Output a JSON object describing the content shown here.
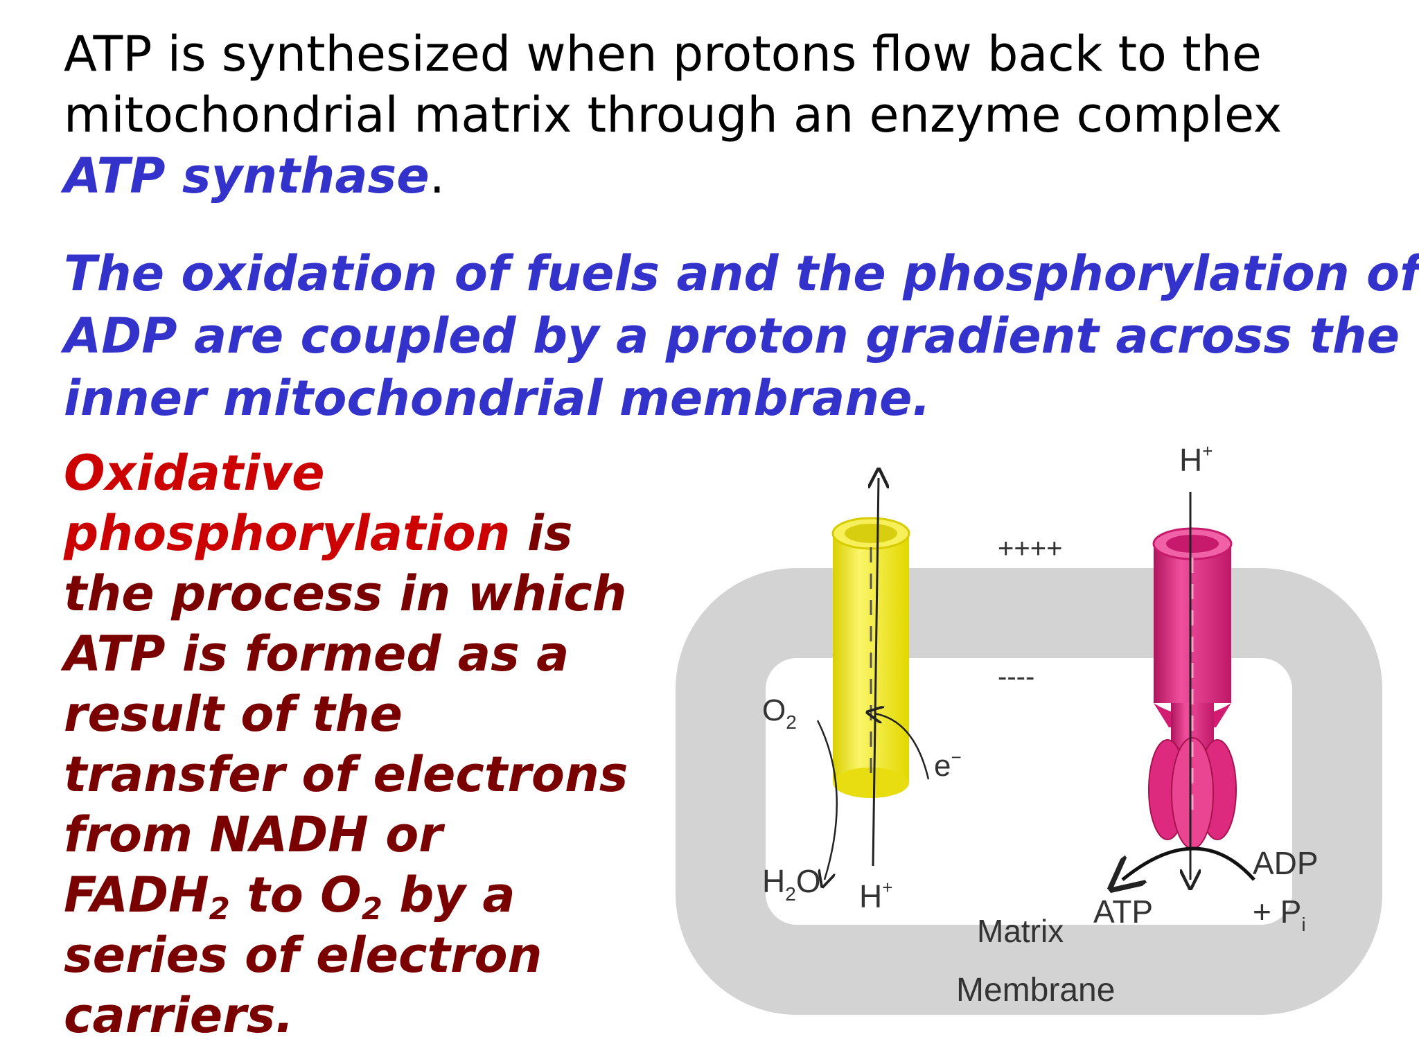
{
  "text": {
    "p1": {
      "lines": [
        "ATP is synthesized when  protons  flow  back to the",
        "mitochondrial  matrix through an enzyme complex"
      ],
      "highlight": "ATP synthase",
      "end_punct": "."
    },
    "p2": {
      "lines": [
        "The oxidation of fuels and the phosphorylation of",
        "ADP are coupled by a proton gradient across the",
        "inner mitochondrial membrane."
      ]
    },
    "p3": {
      "term_a": "Oxidative",
      "term_b": "phosphorylation",
      "after_term": " is",
      "l3": "the process in which",
      "l4": "ATP is formed as a",
      "l5": "result of the",
      "l6": "transfer of electrons",
      "l7": "from NADH or",
      "l8_fadh": "FADH",
      "l8_sub1": "2",
      "l8_to": " to O",
      "l8_sub2": "2",
      "l8_end": " by a",
      "l9": "series of electron",
      "l10": "carriers."
    }
  },
  "diagram": {
    "h_plus": "H",
    "plus_sup": "+",
    "plus_signs": "++++",
    "minus_signs": "----",
    "o": "O",
    "two": "2",
    "e": "e",
    "minus_sup": "−",
    "h": "H",
    "water_o": "O",
    "matrix": "Matrix",
    "membrane": "Membrane",
    "atp": "ATP",
    "adp": "ADP",
    "plus_p": "+ P",
    "i_sub": "i",
    "colors": {
      "membrane": "#d3d3d3",
      "yellow_complex": "#f4ec1c",
      "pink_complex": "#e0237f"
    }
  }
}
